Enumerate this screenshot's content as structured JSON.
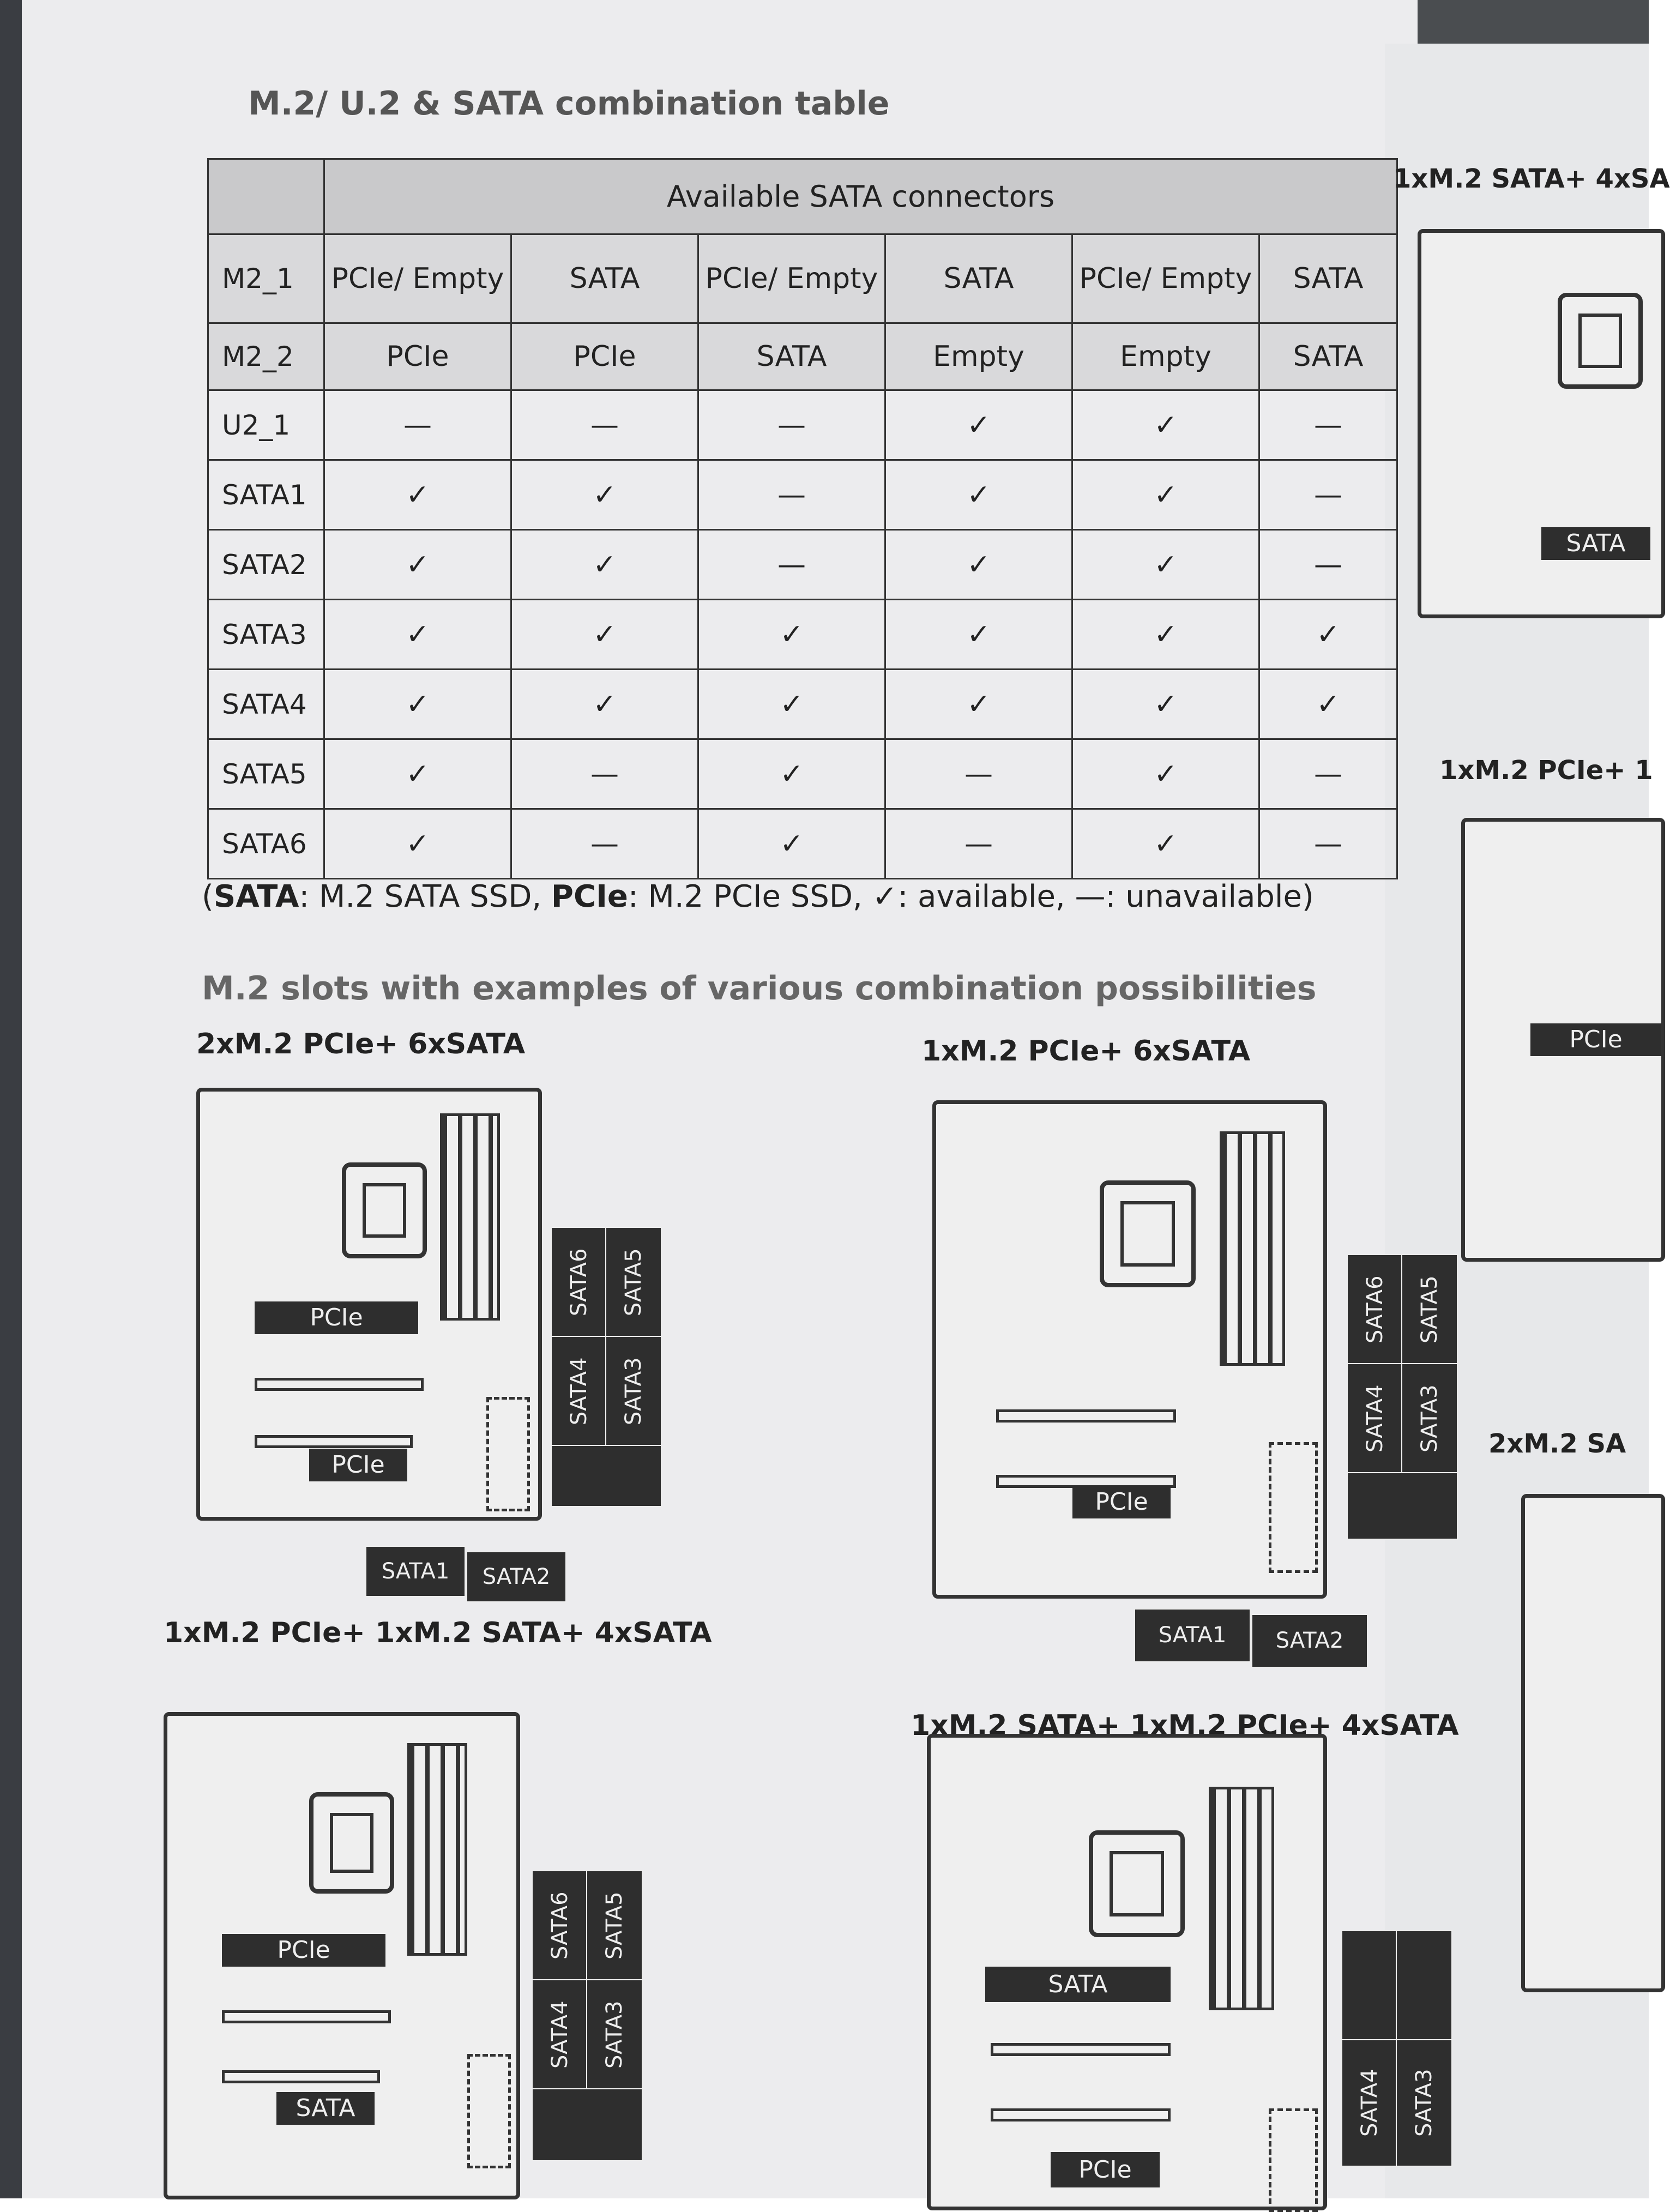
{
  "page": {
    "section_title": "M.2/ U.2 & SATA combination table",
    "examples_title": "M.2 slots with examples of various combination possibilities"
  },
  "table": {
    "header": "Available SATA connectors",
    "rows": [
      {
        "label": "M2_1",
        "cells": [
          "PCIe/ Empty",
          "SATA",
          "PCIe/ Empty",
          "SATA",
          "PCIe/ Empty",
          "SATA"
        ]
      },
      {
        "label": "M2_2",
        "cells": [
          "PCIe",
          "PCIe",
          "SATA",
          "Empty",
          "Empty",
          "SATA"
        ]
      },
      {
        "label": "U2_1",
        "cells": [
          "—",
          "—",
          "—",
          "✓",
          "✓",
          "—"
        ]
      },
      {
        "label": "SATA1",
        "cells": [
          "✓",
          "✓",
          "—",
          "✓",
          "✓",
          "—"
        ]
      },
      {
        "label": "SATA2",
        "cells": [
          "✓",
          "✓",
          "—",
          "✓",
          "✓",
          "—"
        ]
      },
      {
        "label": "SATA3",
        "cells": [
          "✓",
          "✓",
          "✓",
          "✓",
          "✓",
          "✓"
        ]
      },
      {
        "label": "SATA4",
        "cells": [
          "✓",
          "✓",
          "✓",
          "✓",
          "✓",
          "✓"
        ]
      },
      {
        "label": "SATA5",
        "cells": [
          "✓",
          "—",
          "✓",
          "—",
          "✓",
          "—"
        ]
      },
      {
        "label": "SATA6",
        "cells": [
          "✓",
          "—",
          "✓",
          "—",
          "✓",
          "—"
        ]
      }
    ],
    "note_parts": {
      "sata_bold": "SATA",
      "sata_desc": ": M.2 SATA SSD, ",
      "pcie_bold": "PCIe",
      "pcie_desc": ": M.2 PCIe SSD, ✓: available, —: unavailable)",
      "open": "("
    }
  },
  "examples": [
    {
      "title": "2xM.2 PCIe+ 6xSATA",
      "top_slot": "PCIe",
      "bottom_slot": "PCIe"
    },
    {
      "title": "1xM.2 PCIe+ 6xSATA",
      "top_slot": "",
      "bottom_slot": "PCIe"
    },
    {
      "title": "1xM.2 PCIe+ 1xM.2 SATA+ 4xSATA",
      "top_slot": "PCIe",
      "bottom_slot": "SATA"
    },
    {
      "title": "1xM.2 SATA+ 1xM.2 PCIe+ 4xSATA",
      "top_slot": "SATA",
      "bottom_slot": "PCIe"
    }
  ],
  "sata_labels": {
    "s1": "SATA1",
    "s2": "SATA2",
    "s3": "SATA3",
    "s4": "SATA4",
    "s5": "SATA5",
    "s6": "SATA6"
  },
  "right_page": {
    "titles": [
      "1xM.2 SATA+ 4xSA",
      "1xM.2 PCIe+ 1",
      "2xM.2 SA"
    ],
    "slot_labels": [
      "SATA",
      "PCIe"
    ]
  }
}
